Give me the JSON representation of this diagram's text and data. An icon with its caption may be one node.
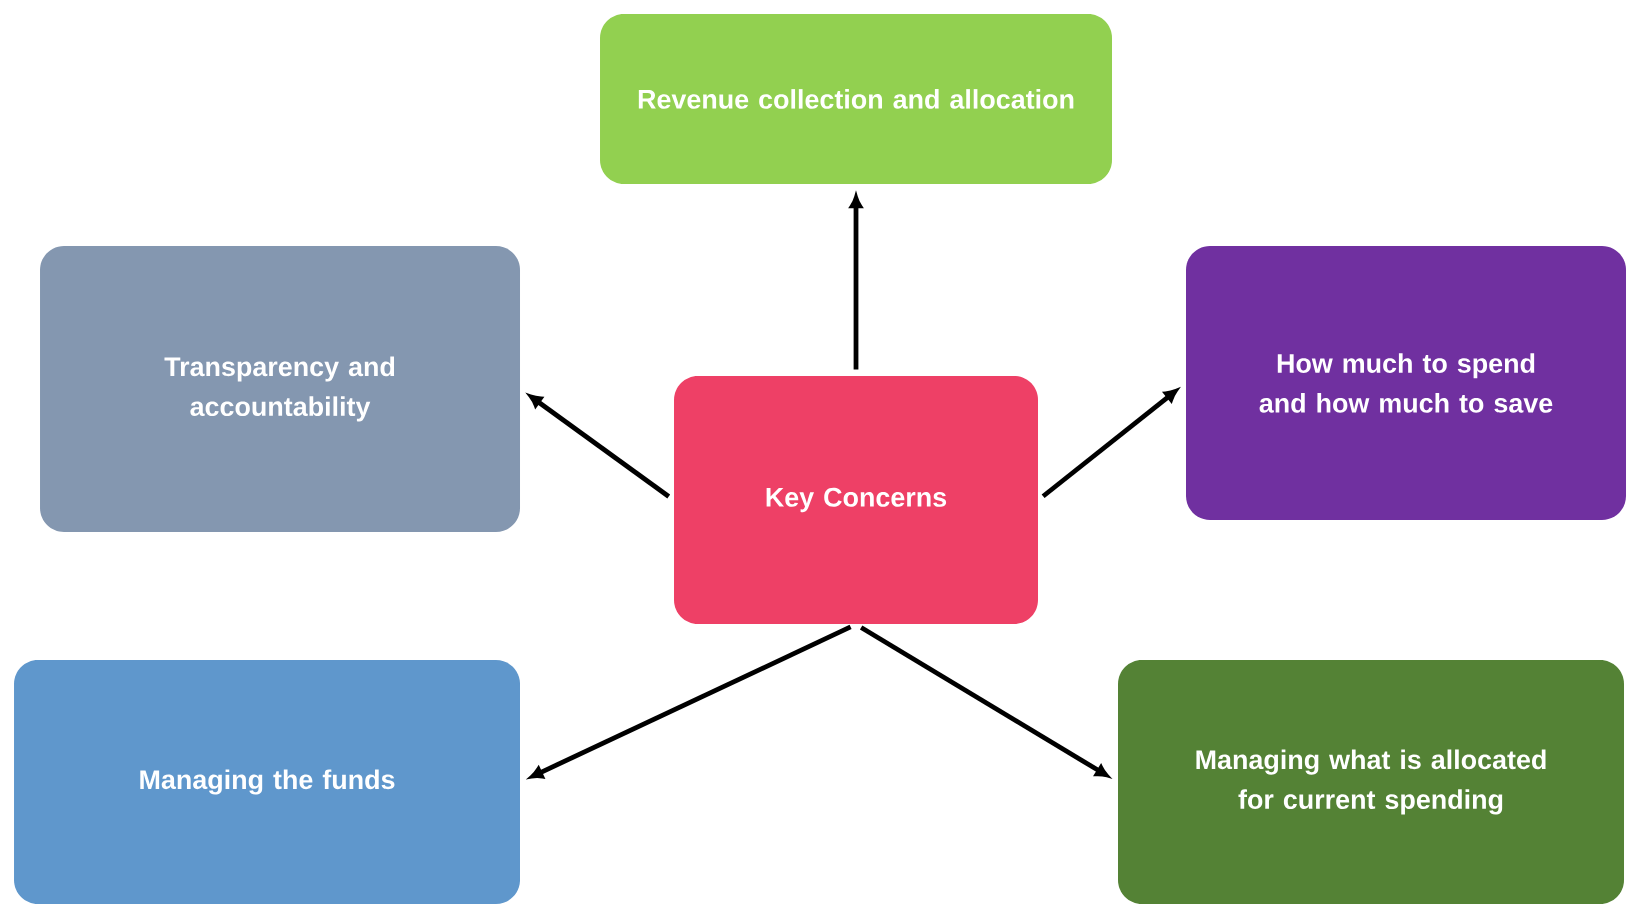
{
  "diagram": {
    "nodes": [
      {
        "text": [
          "Key Concerns"
        ]
      },
      {
        "text": [
          "Revenue collection and allocation"
        ]
      },
      {
        "text": [
          "Transparency and accountability"
        ]
      },
      {
        "text": [
          "How much to spend and how much to save"
        ]
      },
      {
        "text": [
          "Managing the funds"
        ]
      },
      {
        "text": [
          "Managing what is allocated for current spending"
        ]
      }
    ],
    "edges": [
      {
        "from": 0,
        "to": 1,
        "arrow": "to"
      },
      {
        "from": 0,
        "to": 2,
        "arrow": "to"
      },
      {
        "from": 0,
        "to": 3,
        "arrow": "to"
      },
      {
        "from": 0,
        "to": 4,
        "arrow": "to"
      },
      {
        "from": 0,
        "to": 5,
        "arrow": "to"
      }
    ]
  }
}
